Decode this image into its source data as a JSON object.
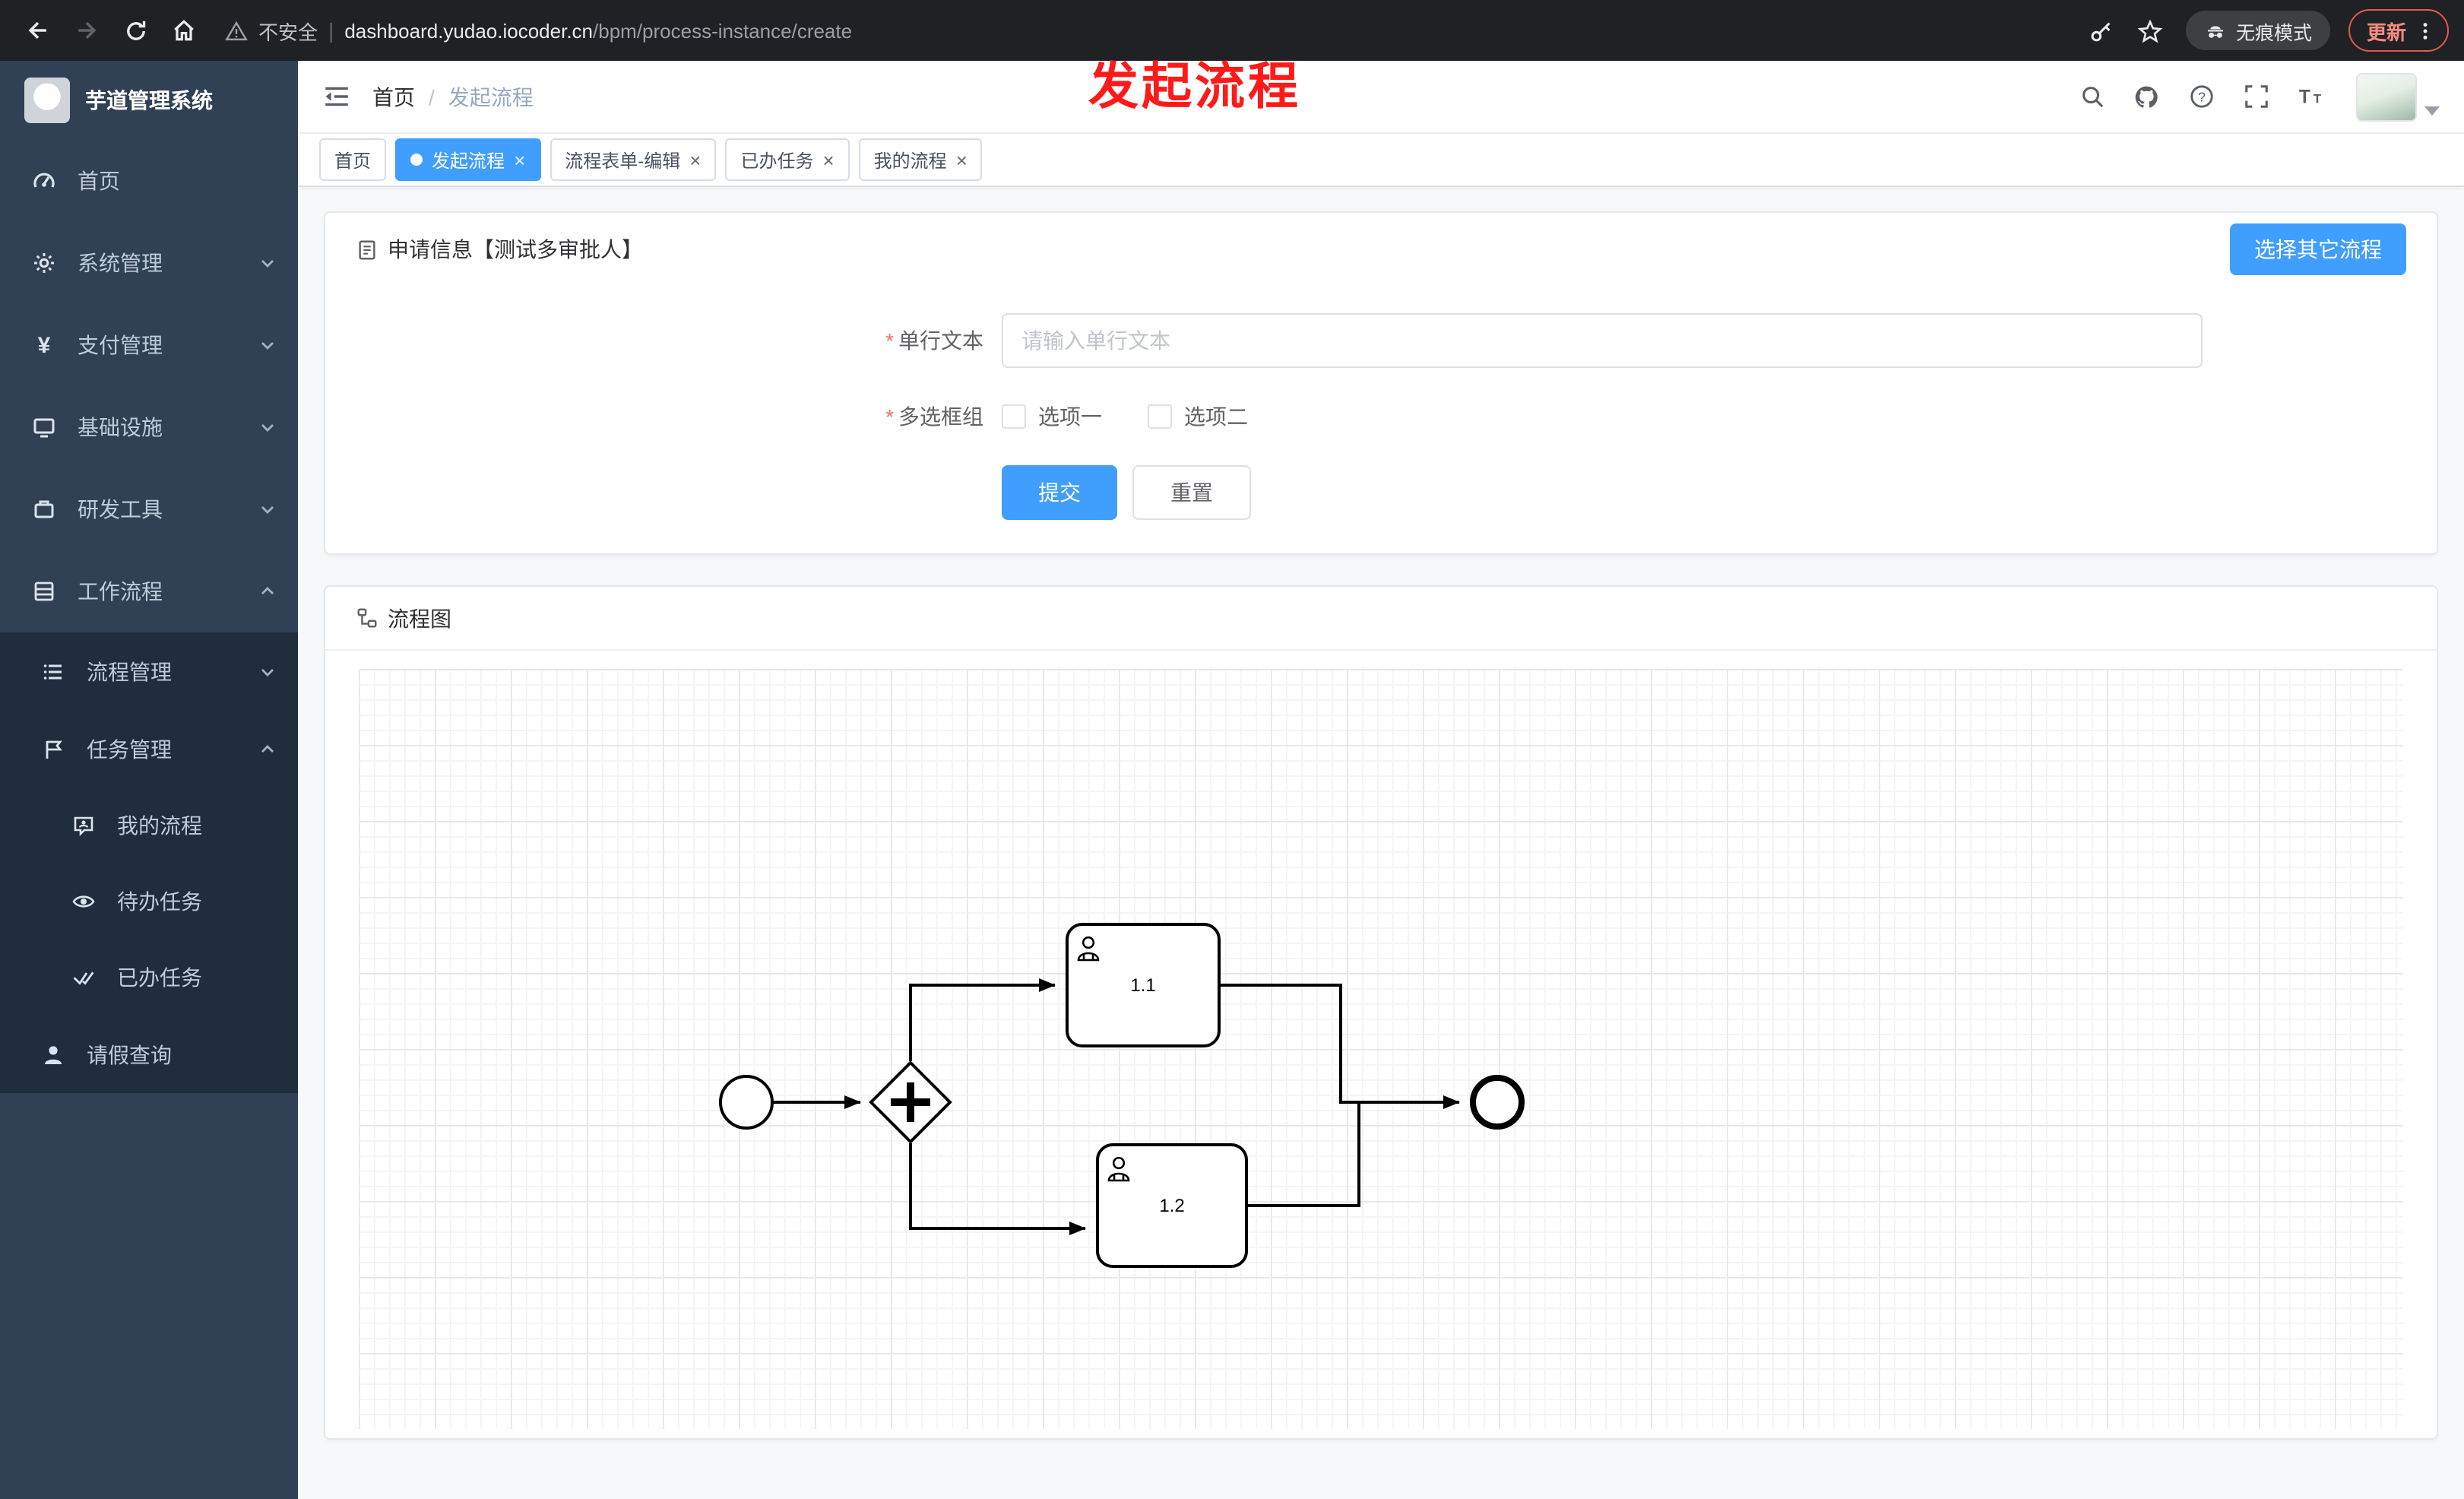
{
  "colors": {
    "accent": "#409eff",
    "sidebar_bg": "#304156",
    "submenu_bg": "#1f2d3d",
    "chrome_bg": "#202124",
    "annotation_red": "#ff1a1a",
    "danger": "#f56c6c"
  },
  "browser": {
    "security_label": "不安全",
    "url_domain": "dashboard.yudao.iocoder.cn",
    "url_path": "/bpm/process-instance/create",
    "incognito_label": "无痕模式",
    "update_label": "更新"
  },
  "annotation": {
    "text": "发起流程"
  },
  "sidebar": {
    "app_title": "芋道管理系统",
    "items": [
      {
        "label": "首页",
        "icon": "dashboard-icon",
        "expanded": false
      },
      {
        "label": "系统管理",
        "icon": "gear-icon",
        "expanded": false
      },
      {
        "label": "支付管理",
        "icon": "yen-icon",
        "expanded": false
      },
      {
        "label": "基础设施",
        "icon": "infrastructure-icon",
        "expanded": false
      },
      {
        "label": "研发工具",
        "icon": "toolbox-icon",
        "expanded": false
      },
      {
        "label": "工作流程",
        "icon": "workflow-icon",
        "expanded": true
      }
    ],
    "submenu": [
      {
        "label": "流程管理",
        "icon": "process-list-icon",
        "expanded": false
      },
      {
        "label": "任务管理",
        "icon": "task-flag-icon",
        "expanded": true
      }
    ],
    "task_children": [
      {
        "label": "我的流程",
        "icon": "my-process-icon"
      },
      {
        "label": "待办任务",
        "icon": "eye-icon"
      },
      {
        "label": "已办任务",
        "icon": "completed-tasks-icon"
      }
    ],
    "leave_query": {
      "label": "请假查询",
      "icon": "user-icon"
    }
  },
  "header": {
    "breadcrumb": {
      "home": "首页",
      "separator": "/",
      "current": "发起流程"
    }
  },
  "tabs": [
    {
      "label": "首页",
      "active": false,
      "closable": false
    },
    {
      "label": "发起流程",
      "active": true,
      "closable": true
    },
    {
      "label": "流程表单-编辑",
      "active": false,
      "closable": true
    },
    {
      "label": "已办任务",
      "active": false,
      "closable": true
    },
    {
      "label": "我的流程",
      "active": false,
      "closable": true
    }
  ],
  "form_card": {
    "title": "申请信息【测试多审批人】",
    "select_other_button": "选择其它流程",
    "required_mark": "*",
    "fields": {
      "text": {
        "label": "单行文本",
        "placeholder": "请输入单行文本",
        "value": ""
      },
      "checkbox_group": {
        "label": "多选框组",
        "options": [
          "选项一",
          "选项二"
        ],
        "checked": []
      }
    },
    "submit_label": "提交",
    "reset_label": "重置"
  },
  "diagram_card": {
    "title": "流程图",
    "nodes": [
      {
        "id": "start",
        "type": "startEvent"
      },
      {
        "id": "gateway",
        "type": "parallelGateway"
      },
      {
        "id": "task1",
        "type": "userTask",
        "label": "1.1"
      },
      {
        "id": "task2",
        "type": "userTask",
        "label": "1.2"
      },
      {
        "id": "end",
        "type": "endEvent"
      }
    ],
    "tasks": [
      {
        "label": "1.1"
      },
      {
        "label": "1.2"
      }
    ]
  },
  "icons": {
    "close": "×",
    "yen": "¥"
  }
}
